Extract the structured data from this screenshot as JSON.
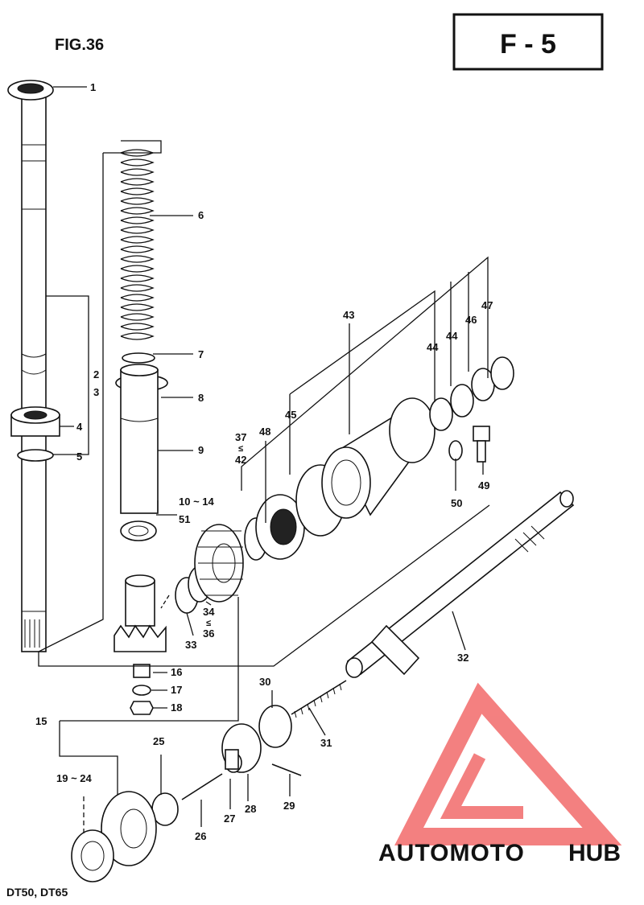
{
  "figure": {
    "label": "FIG.36",
    "page_code": "F - 5",
    "models": "DT50, DT65"
  },
  "watermark": {
    "text_part1": "AUTOMOTO",
    "text_part2": "HUB",
    "color_red": "#f26a6a",
    "color_orange": "#f5a63c",
    "color_gray": "#9a9a9a"
  },
  "callouts": {
    "c1": "1",
    "c2": "2",
    "c3": "3",
    "c4": "4",
    "c5": "5",
    "c6": "6",
    "c7": "7",
    "c8": "8",
    "c9": "9",
    "c10_14": "10 ~ 14",
    "c51": "51",
    "c15": "15",
    "c16": "16",
    "c17": "17",
    "c18": "18",
    "c19_24": "19 ~ 24",
    "c25": "25",
    "c26": "26",
    "c27": "27",
    "c28": "28",
    "c29": "29",
    "c30": "30",
    "c31": "31",
    "c32": "32",
    "c33": "33",
    "c34": "34",
    "c34_sep": "≤",
    "c36": "36",
    "c37": "37",
    "c37_sep": "≤",
    "c42": "42",
    "c43": "43",
    "c44a": "44",
    "c44b": "44",
    "c45": "45",
    "c46": "46",
    "c47": "47",
    "c48": "48",
    "c49": "49",
    "c50": "50"
  }
}
